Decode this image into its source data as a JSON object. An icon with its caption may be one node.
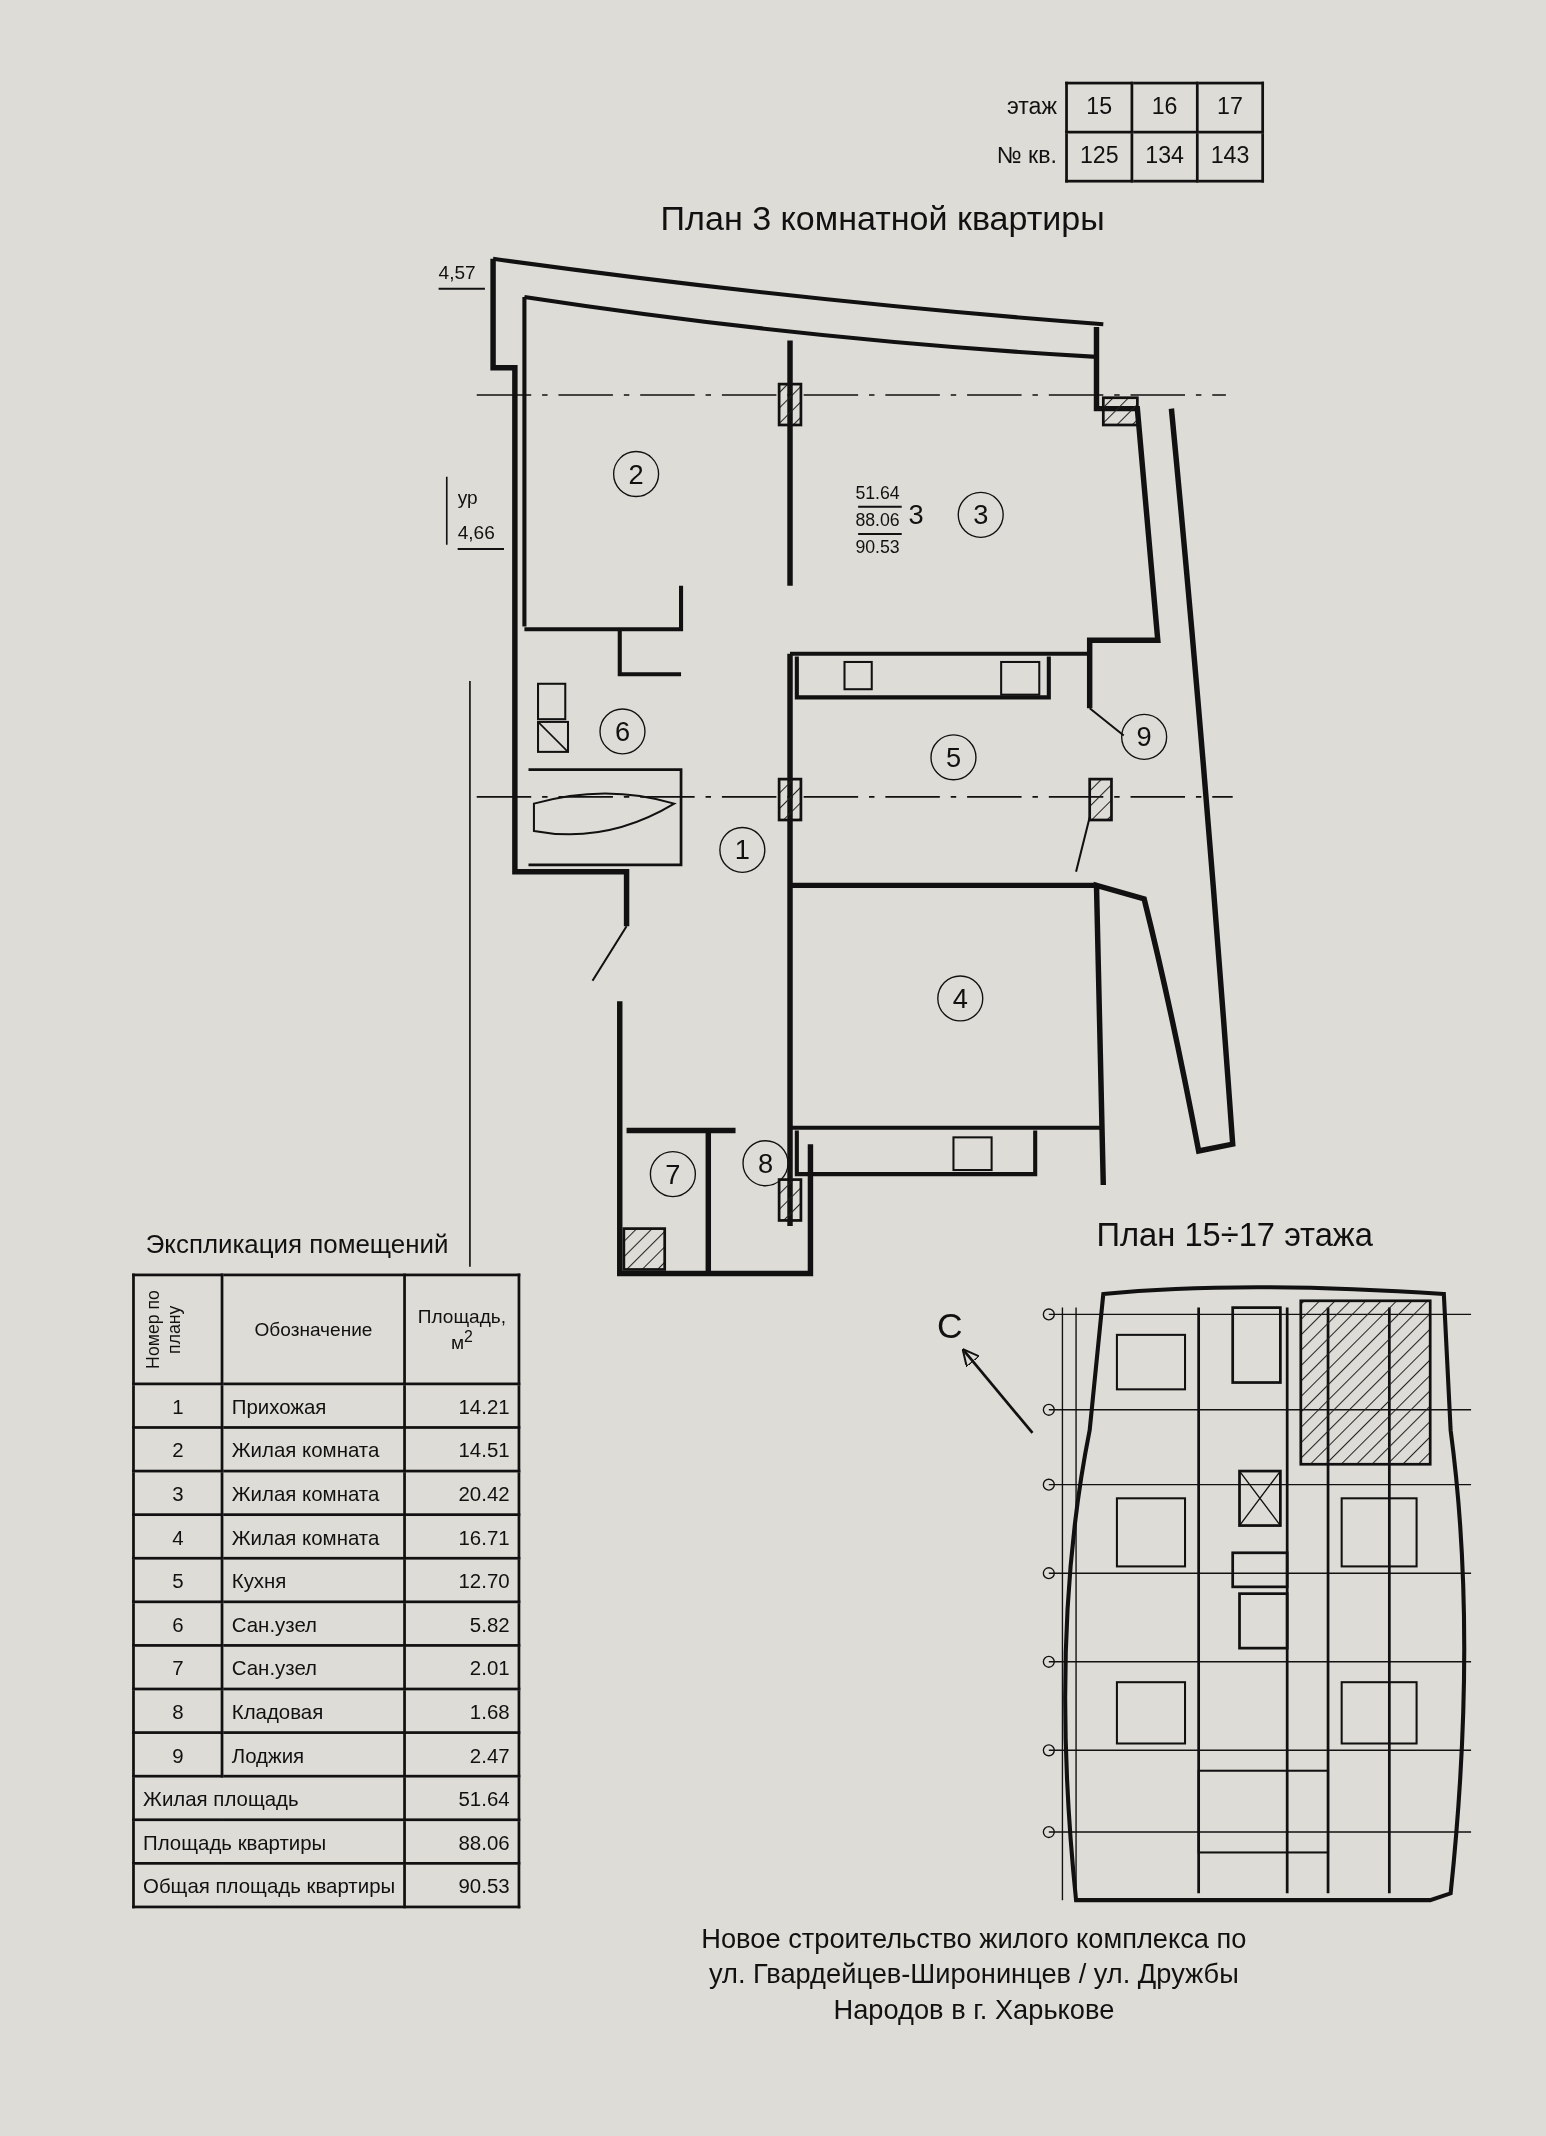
{
  "diagram": {
    "title": "План 3 комнатной квартиры",
    "caption": "Новое строительство жилого комплекса по ул. Гвардейцев-Широнинцев / ул. Дружбы Народов в г. Харькове",
    "nodes": [
      {
        "text": [
          "2"
        ]
      },
      {
        "text": [
          "3"
        ]
      },
      {
        "text": [
          "6"
        ]
      },
      {
        "text": [
          "5"
        ]
      },
      {
        "text": [
          "9"
        ]
      },
      {
        "text": [
          "1"
        ]
      },
      {
        "text": [
          "4"
        ]
      },
      {
        "text": [
          "7"
        ]
      },
      {
        "text": [
          "8"
        ]
      }
    ],
    "labels": [
      "этаж",
      "15",
      "16",
      "17",
      "№ кв.",
      "125",
      "134",
      "143",
      "4,57",
      "ур",
      "4,66",
      "51.64",
      "88.06",
      "90.53",
      "3",
      "Экспликация помещений",
      "Номер по плану",
      "Обозначение",
      "Площадь, м$^{2}$",
      "1",
      "Прихожая",
      "14.21",
      "2",
      "Жилая комната",
      "14.51",
      "3",
      "Жилая комната",
      "20.42",
      "4",
      "Жилая комната",
      "16.71",
      "5",
      "Кухня",
      "12.70",
      "6",
      "Сан.узел",
      "5.82",
      "7",
      "Сан.узел",
      "2.01",
      "8",
      "Кладовая",
      "1.68",
      "9",
      "Лоджия",
      "2.47",
      "Жилая площадь",
      "51.64",
      "Площадь квартиры",
      "88.06",
      "Общая площадь квартиры",
      "90.53",
      "План 15÷17 этажа",
      "С"
    ]
  }
}
